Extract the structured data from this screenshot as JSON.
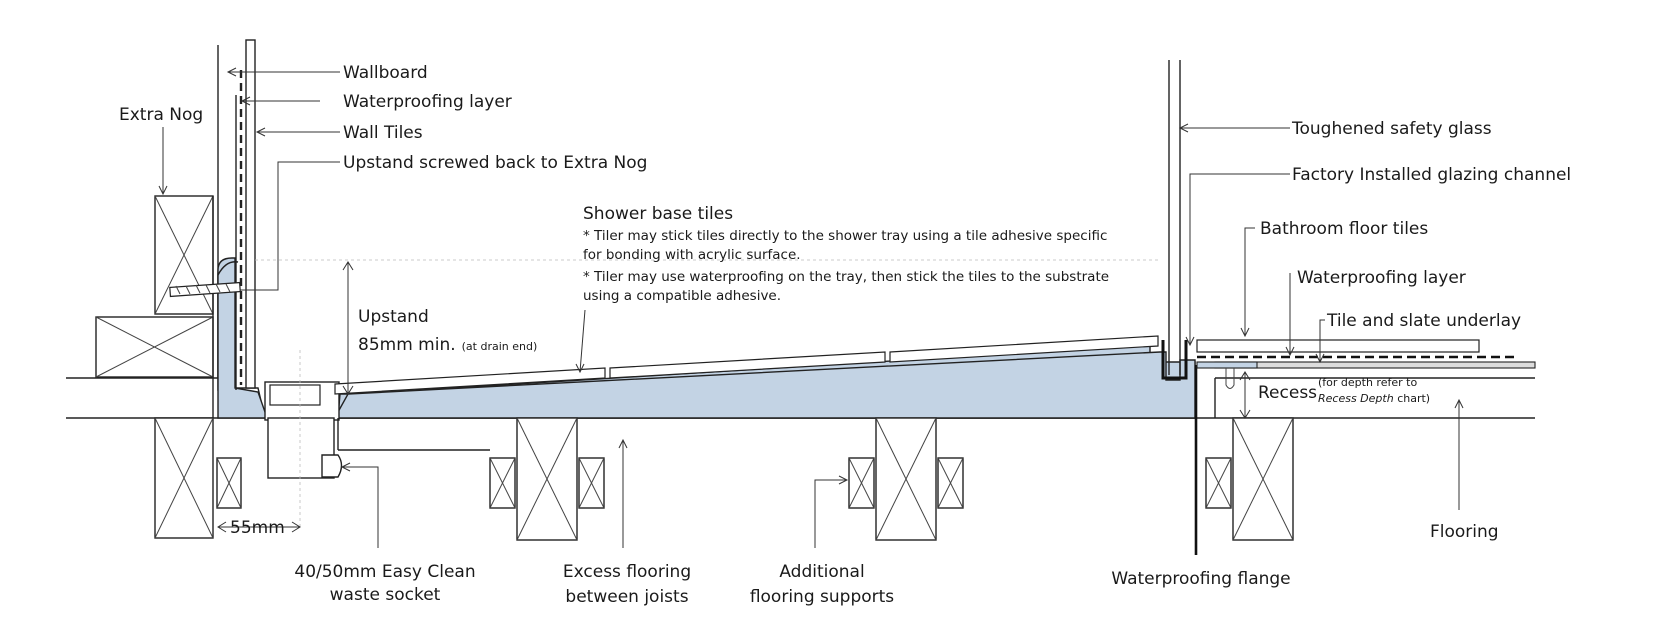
{
  "labels": {
    "wallboard": "Wallboard",
    "waterproofing_layer_wall": "Waterproofing layer",
    "wall_tiles": "Wall Tiles",
    "upstand_screwed": "Upstand screwed back to Extra Nog",
    "extra_nog": "Extra Nog",
    "shower_base_tiles": "Shower base tiles",
    "tiler_note_1a": "* Tiler may stick tiles directly to the shower tray using a tile adhesive specific",
    "tiler_note_1b": "for bonding with acrylic surface.",
    "tiler_note_2a": "* Tiler may use waterproofing on the tray, then stick the tiles to the substrate",
    "tiler_note_2b": "using a compatible adhesive.",
    "upstand": "Upstand",
    "upstand_min": "85mm min.",
    "upstand_note": "(at drain end)",
    "toughened_glass": "Toughened safety glass",
    "glazing_channel": "Factory Installed glazing channel",
    "bathroom_floor_tiles": "Bathroom floor tiles",
    "waterproofing_layer_floor": "Waterproofing layer",
    "tile_slate_underlay": "Tile and slate underlay",
    "recess": "Recess",
    "recess_note_a": "(for depth refer to",
    "recess_note_b_italic": "Recess Depth",
    "recess_note_b_rest": " chart)",
    "flooring": "Flooring",
    "dim_55": "55mm",
    "waste_socket_1": "40/50mm Easy Clean",
    "waste_socket_2": "waste socket",
    "excess_flooring_1": "Excess flooring",
    "excess_flooring_2": "between joists",
    "additional_supports_1": "Additional",
    "additional_supports_2": "flooring supports",
    "waterproofing_flange": "Waterproofing flange"
  },
  "colors": {
    "tray_fill": "#c3d3e4",
    "line": "#222222"
  }
}
